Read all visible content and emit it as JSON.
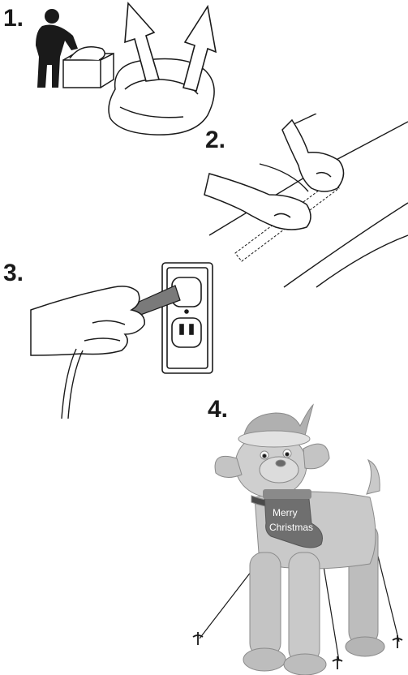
{
  "steps": [
    {
      "number": "1.",
      "description": "unbox-and-unfold"
    },
    {
      "number": "2.",
      "description": "spread-out-flat"
    },
    {
      "number": "3.",
      "description": "plug-into-outlet"
    },
    {
      "number": "4.",
      "description": "stake-down-inflatable"
    }
  ],
  "stocking": {
    "line1": "Merry",
    "line2": "Christmas"
  },
  "colors": {
    "ink": "#1a1a1a",
    "inflatable_body": "#c9c9c9",
    "inflatable_shade": "#a8a8a8",
    "stocking": "#6f6f6f",
    "cord": "#888888"
  }
}
